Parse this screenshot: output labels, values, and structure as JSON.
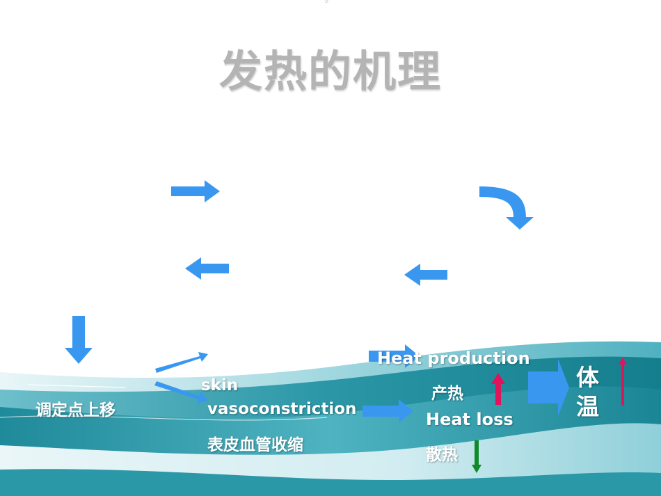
{
  "slide": {
    "title": "发热的机理",
    "colors": {
      "title": "#b4b4b4",
      "arrow_blue": "#3a97f0",
      "arrow_up": "#e0145a",
      "arrow_down": "#0f8a2a",
      "wave_dark": "#157e8d",
      "wave_light": "#7cc6d1"
    },
    "labels": {
      "set_point_shift": "调定点上移",
      "skin": "skin",
      "vasoconstriction": "vasoconstriction",
      "skin_vessel_constriction": "表皮血管收缩",
      "heat_production": "Heat production",
      "heat_production_cn": "产热",
      "heat_loss": "Heat loss",
      "heat_loss_cn": "散热",
      "body_temperature": "体温"
    }
  }
}
